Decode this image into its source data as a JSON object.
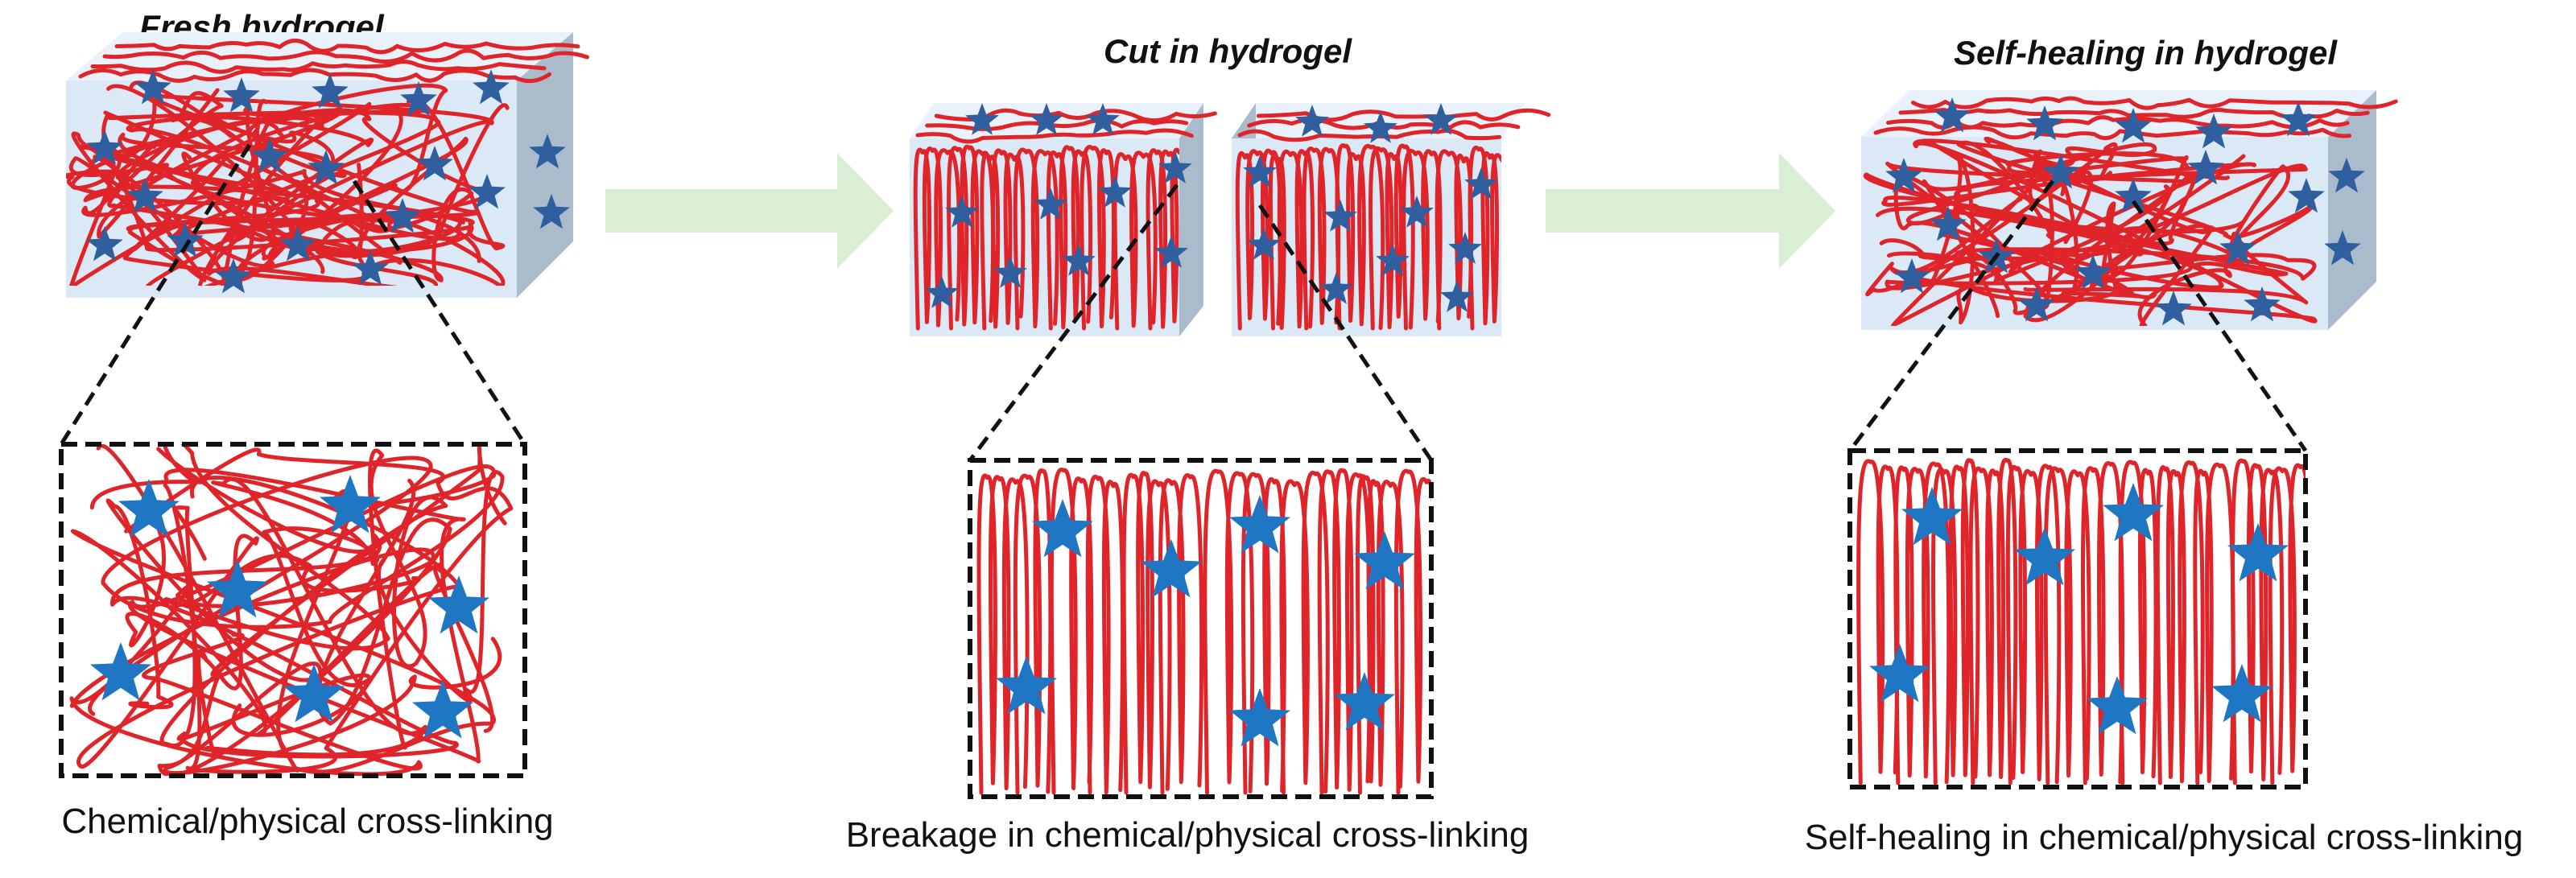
{
  "panels": [
    {
      "id": "fresh",
      "title": "Fresh hydrogel",
      "caption": "Chemical/physical cross-linking"
    },
    {
      "id": "cut",
      "title": "Cut in hydrogel",
      "caption": "Breakage in chemical/physical cross-linking"
    },
    {
      "id": "healed",
      "title": "Self-healing  in hydrogel",
      "caption": "Self-healing in chemical/physical cross-linking"
    }
  ],
  "colors": {
    "polymer_chain": "#e0252a",
    "crosslink_star_block": "#2f5f9e",
    "crosslink_star_zoom": "#1f77c4",
    "gel_front": "#dbe8f5",
    "gel_top": "#e9f2fb",
    "gel_side": "#aabbcc",
    "arrow": "#d9eed5",
    "zoom_frame": "#111111"
  },
  "icons": [
    "star-crosslink-icon",
    "right-arrow-icon"
  ]
}
